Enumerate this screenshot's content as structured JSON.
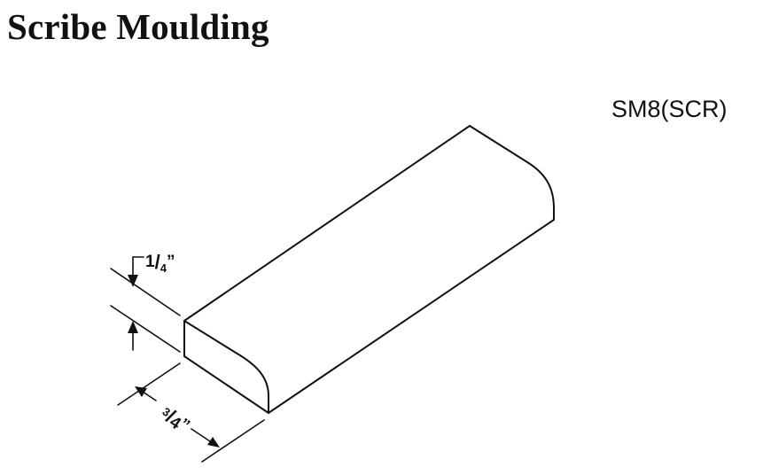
{
  "page": {
    "title": "Scribe Moulding",
    "product_code": "SM8(SCR)"
  },
  "dimensions": {
    "thickness": {
      "numerator": "1",
      "denominator": "4",
      "unit": "”"
    },
    "width": {
      "numerator": "3",
      "denominator": "4",
      "unit": "”"
    }
  }
}
